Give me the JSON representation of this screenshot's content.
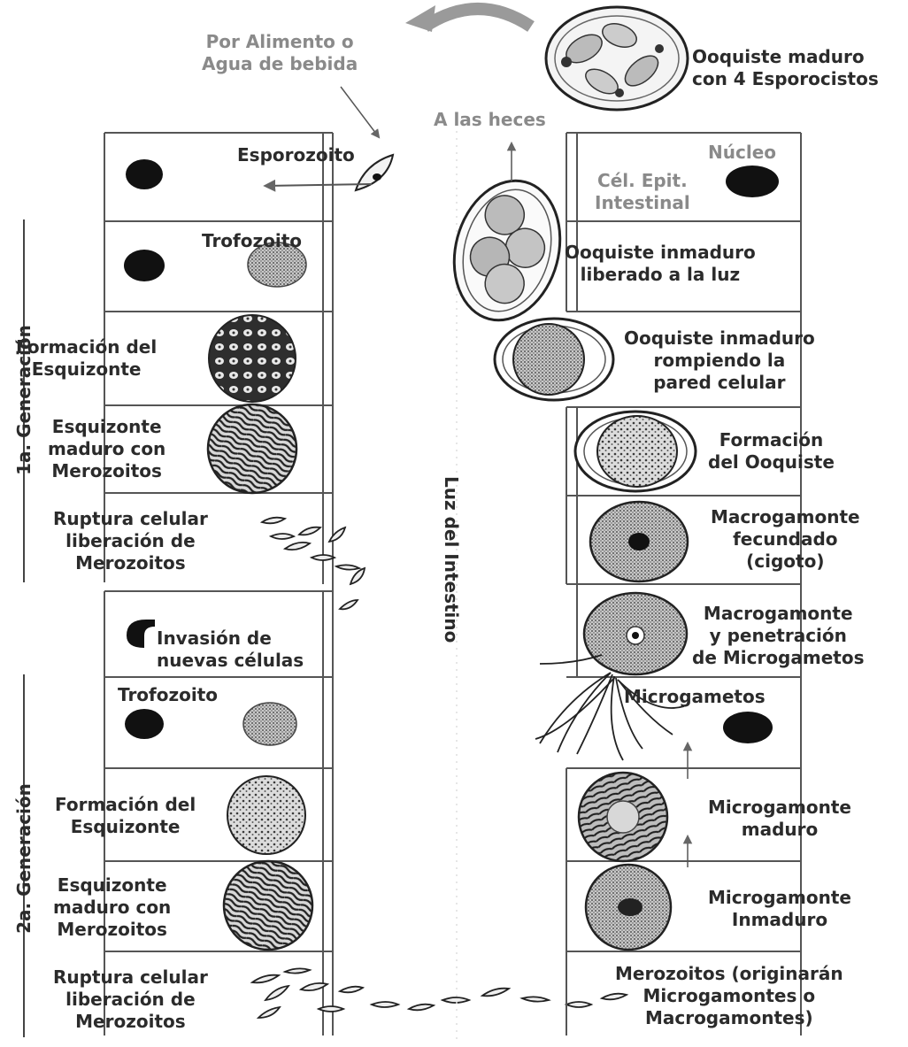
{
  "source": {
    "food_water": "Por Alimento o\nAgua de bebida",
    "mature_oocyst": "Ooquiste maduro\ncon 4 Esporocistos",
    "to_feces": "A las heces"
  },
  "left_column": {
    "sporozoite": "Esporozoito",
    "trophozoite_1": "Trofozoito",
    "schizont_formation_1": "Formación del\nEsquizonte",
    "mature_schizont_1": "Esquizonte\nmaduro con\nMerozoitos",
    "rupture_1": "Ruptura celular\nliberación de\nMerozoitos",
    "invasion": "Invasión de\nnuevas células",
    "trophozoite_2": "Trofozoito",
    "schizont_formation_2": "Formación del\nEsquizonte",
    "mature_schizont_2": "Esquizonte\nmaduro con\nMerozoitos",
    "rupture_2": "Ruptura celular\nliberación de\nMerozoitos"
  },
  "right_column": {
    "nucleus": "Núcleo",
    "epithelial_cell": "Cél. Epit.\nIntestinal",
    "immature_oocyst_released": "Ooquiste inmaduro\nliberado a la luz",
    "immature_oocyst_breaking": "Ooquiste inmaduro\nrompiendo la\npared celular",
    "oocyst_formation": "Formación\ndel Ooquiste",
    "fertilized_macrogamont": "Macrogamonte\nfecundado\n(cigoto)",
    "macrogamont_penetration": "Macrogamonte\ny penetración\nde Microgametos",
    "microgametes": "Microgametos",
    "mature_microgamont": "Microgamonte\nmaduro",
    "immature_microgamont": "Microgamonte\nInmaduro",
    "merozoites_origin": "Merozoitos (originarán\nMicrogamontes o\nMacrogamontes)"
  },
  "side_labels": {
    "generation_1": "1a. Generación",
    "generation_2": "2a. Generación",
    "intestinal_lumen": "Luz del Intestino"
  },
  "colors": {
    "ink": "#2b2b2b",
    "faded_text": "#8a8a8a",
    "line": "#555555",
    "arrow_gray": "#9a9a9a"
  }
}
